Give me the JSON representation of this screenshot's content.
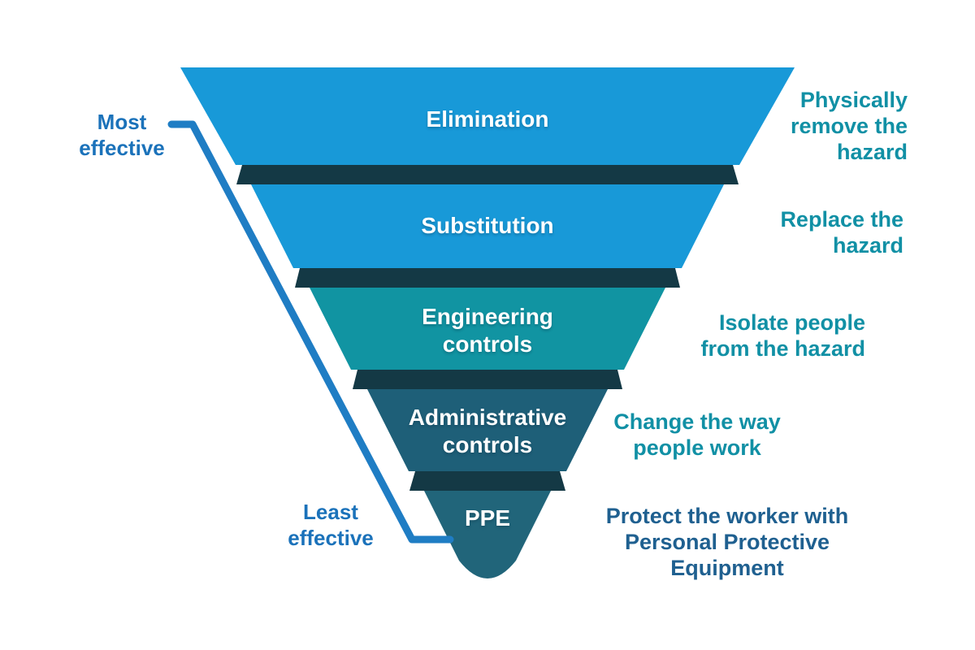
{
  "diagram": {
    "name": "hierarchy-of-controls-pyramid",
    "levels": [
      {
        "id": "elimination",
        "label": "Elimination",
        "annotation": "Physically\nremove the\nhazard",
        "color": "#1899D8",
        "annotation_color": "#1190A5"
      },
      {
        "id": "substitution",
        "label": "Substitution",
        "annotation": "Replace the\nhazard",
        "color": "#1899D8",
        "annotation_color": "#1190A5"
      },
      {
        "id": "engineering-controls",
        "label": "Engineering\ncontrols",
        "annotation": "Isolate people\nfrom the hazard",
        "color": "#1194A2",
        "annotation_color": "#1190A5"
      },
      {
        "id": "administrative-controls",
        "label": "Administrative\ncontrols",
        "annotation": "Change the way\npeople work",
        "color": "#1E5F78",
        "annotation_color": "#1190A5"
      },
      {
        "id": "ppe",
        "label": "PPE",
        "annotation": "Protect the worker with\nPersonal Protective Equipment",
        "color": "#21657A",
        "annotation_color": "#1F6090"
      }
    ],
    "effectiveness_scale": {
      "most": "Most\neffective",
      "least": "Least\neffective"
    },
    "colors": {
      "level_blue": "#1899D8",
      "level_teal": "#1194A2",
      "level_slate": "#1E5F78",
      "level_ppe": "#21657A",
      "separator": "#143945",
      "connector_line": "#1F7DC4",
      "effectiveness_label": "#1B72BA",
      "annotation_teal": "#1190A5",
      "annotation_navy": "#1F6090",
      "level_text": "#FFFFFF",
      "background": "#FFFFFF"
    }
  }
}
